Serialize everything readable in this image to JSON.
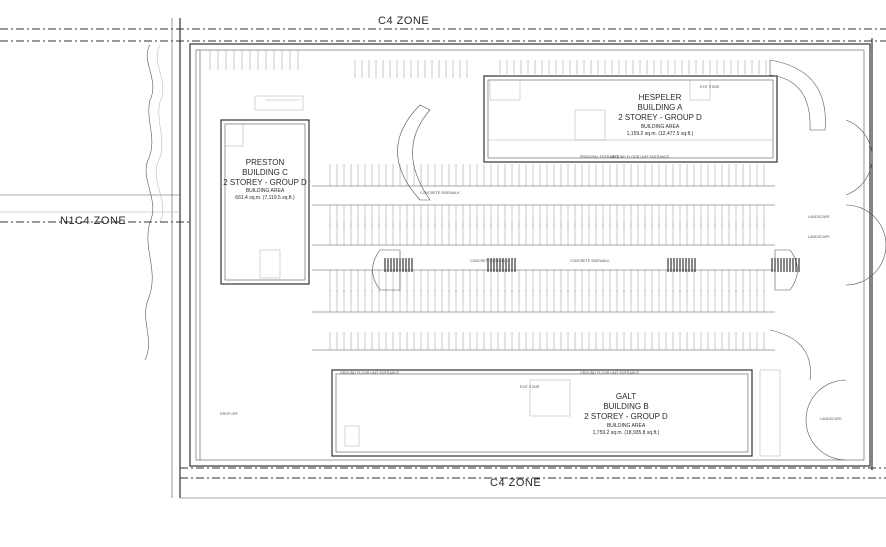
{
  "zones": {
    "top": "C4 ZONE",
    "bottom": "C4 ZONE",
    "left": "N1C4 ZONE"
  },
  "buildings": [
    {
      "id": "preston",
      "name": "PRESTON",
      "building": "BUILDING C",
      "storey": "2 STOREY - GROUP D",
      "area_label": "BUILDING AREA",
      "area": "661.4 sq.m. (7,119.5 sq.ft.)"
    },
    {
      "id": "hespeler",
      "name": "HESPELER",
      "building": "BUILDING A",
      "storey": "2 STOREY - GROUP D",
      "area_label": "BUILDING AREA",
      "area": "1,159.2 sq.m. (12,477.5 sq.ft.)"
    },
    {
      "id": "galt",
      "name": "GALT",
      "building": "BUILDING B",
      "storey": "2 STOREY - GROUP D",
      "area_label": "BUILDING AREA",
      "area": "1,759.2 sq.m. (18,935.8 sq.ft.)"
    }
  ],
  "small_labels": {
    "concrete_sidewalk": "CONCRETE SIDEWALK",
    "landscape": "LANDSCAPE",
    "exit_stair": "EXIT STAIR",
    "ground_floor_unit_entrance": "GROUND FLOOR UNIT ENTRANCE",
    "drop_off": "DROP OFF",
    "principal_entrance": "PRINCIPAL ENTRANCE"
  }
}
